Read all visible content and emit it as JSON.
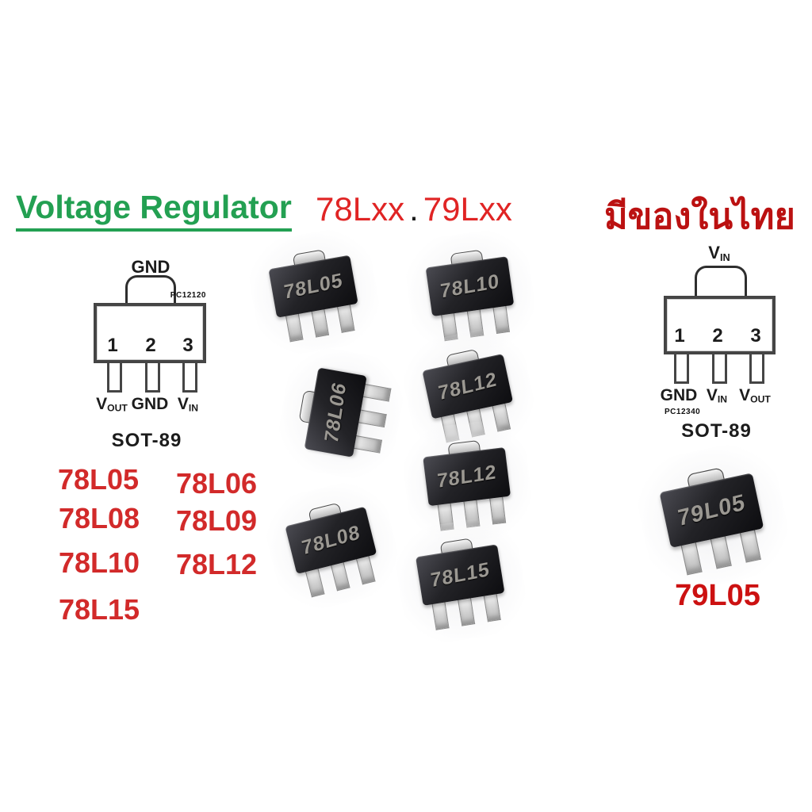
{
  "page": {
    "background": "#ffffff"
  },
  "colors": {
    "title_green": "#23a052",
    "series_red": "#e02424",
    "thai_red": "#bb1111",
    "part_list_red": "#d22a2a",
    "chip_body_black": "#1b1b1f"
  },
  "header": {
    "title": "Voltage Regulator",
    "series_left": "78Lxx",
    "series_sep": ".",
    "series_right": "79Lxx",
    "thai_note": "มีของในไทย"
  },
  "left_diagram": {
    "top_label": "GND",
    "code": "PC12120",
    "pins": [
      "1",
      "2",
      "3"
    ],
    "pin_labels": [
      {
        "main": "V",
        "sub": "OUT"
      },
      {
        "main": "GND",
        "sub": ""
      },
      {
        "main": "V",
        "sub": "IN"
      }
    ],
    "package": "SOT-89"
  },
  "right_diagram": {
    "top_label_main": "V",
    "top_label_sub": "IN",
    "code": "PC12340",
    "pins": [
      "1",
      "2",
      "3"
    ],
    "pin_labels": [
      {
        "main": "GND",
        "sub": ""
      },
      {
        "main": "V",
        "sub": "IN"
      },
      {
        "main": "V",
        "sub": "OUT"
      }
    ],
    "package": "SOT-89"
  },
  "chips": [
    {
      "marking": "78L05"
    },
    {
      "marking": "78L10"
    },
    {
      "marking": "78L06"
    },
    {
      "marking": "78L12"
    },
    {
      "marking": "78L12"
    },
    {
      "marking": "78L08"
    },
    {
      "marking": "78L15"
    },
    {
      "marking": "79L05"
    }
  ],
  "part_list": [
    "78L05",
    "78L06",
    "78L08",
    "78L09",
    "78L10",
    "78L12",
    "78L15"
  ],
  "right_photo_label": "79L05"
}
